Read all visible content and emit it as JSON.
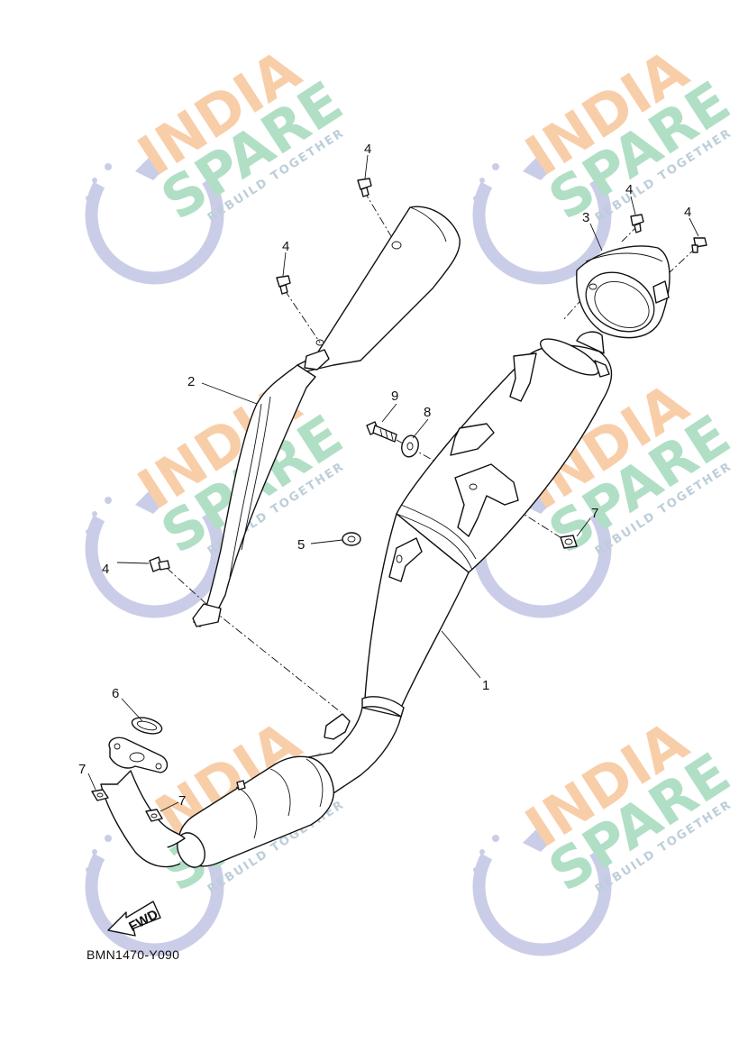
{
  "watermark": {
    "line1": "INDIA",
    "line2": "SPARE",
    "tagline": "REBUILD TOGETHER",
    "colors": {
      "india": "#f8c9a0",
      "spare": "#a8dcc0",
      "tagline": "#b6c9d6",
      "logo": "#c5c8e6"
    }
  },
  "callouts": {
    "muffler": "1",
    "protector": "2",
    "cap": "3",
    "bolt_a": "4",
    "bolt_b": "4",
    "bolt_c": "4",
    "bolt_d": "4",
    "bolt_e": "4",
    "damper": "5",
    "gasket": "6",
    "nut_a": "7",
    "nut_b": "7",
    "nut_c": "7",
    "collar": "8",
    "bolt_long": "9"
  },
  "fwd_label": "FWD",
  "diagram_code": "BMN1470-Y090"
}
